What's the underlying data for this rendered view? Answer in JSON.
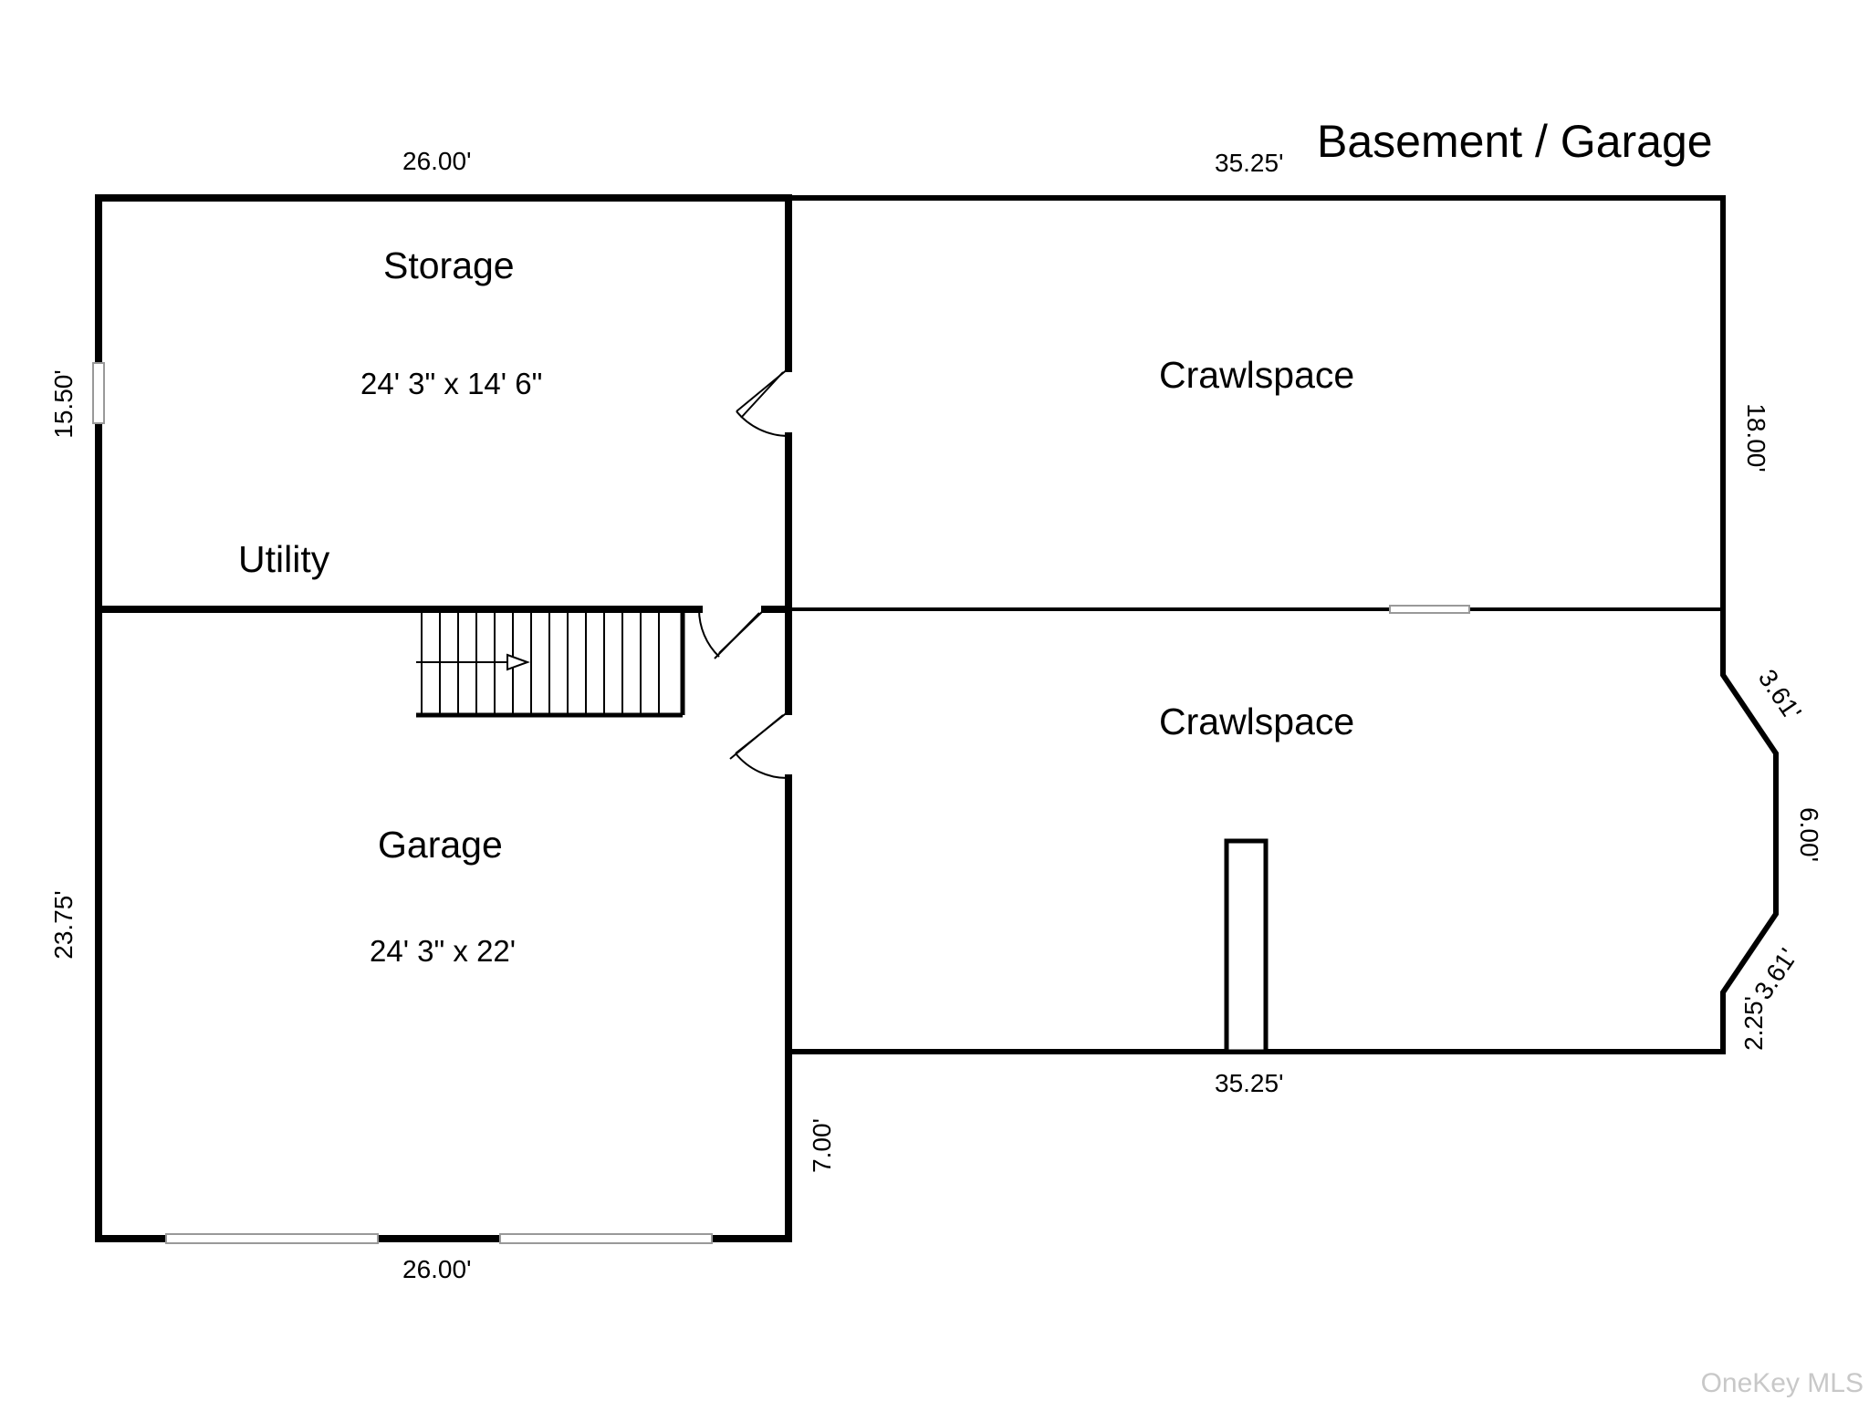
{
  "title": "Basement / Garage",
  "rooms": {
    "storage": {
      "name": "Storage",
      "size": "24' 3\" x 14' 6\""
    },
    "utility": {
      "name": "Utility"
    },
    "garage": {
      "name": "Garage",
      "size": "24' 3\" x 22'"
    },
    "crawlspace_upper": {
      "name": "Crawlspace"
    },
    "crawlspace_lower": {
      "name": "Crawlspace"
    }
  },
  "dimensions": {
    "top_left": "26.00'",
    "top_right": "35.25'",
    "left_upper": "15.50'",
    "left_lower": "23.75'",
    "right_upper": "18.00'",
    "bay_upper": "3.61'",
    "bay_middle": "6.00'",
    "bay_lower": "3.61'",
    "right_lower": "2.25'",
    "bottom_right": "35.25'",
    "garage_step": "7.00'",
    "bottom_left": "26.00'"
  },
  "watermark": "OneKey MLS"
}
